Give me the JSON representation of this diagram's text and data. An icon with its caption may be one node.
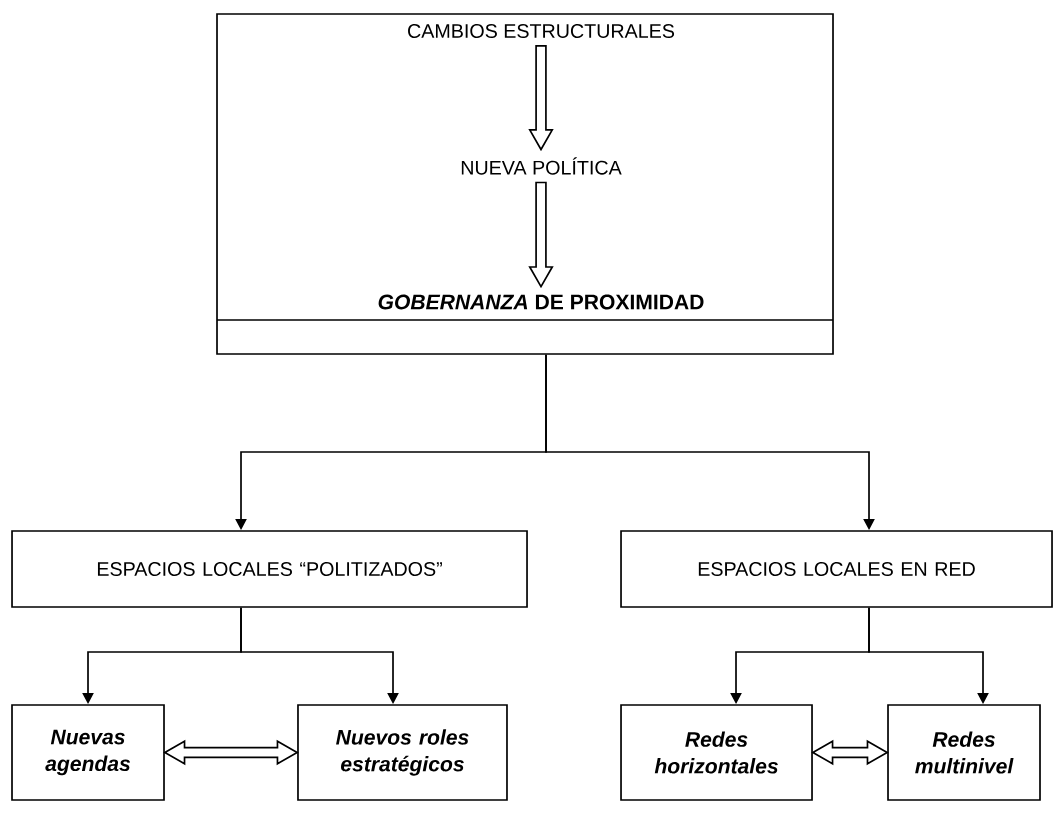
{
  "diagram": {
    "nodes": [
      {
        "text": [],
        "shape": "box"
      },
      {
        "text": [
          "CAMBIOS ESTRUCTURALES"
        ],
        "in": 0
      },
      {
        "text": [
          "NUEVA POLÍTICA"
        ],
        "in": 0
      },
      {
        "text": [
          "*GOBERNANZA* DE PROXIMIDAD"
        ],
        "in": 0
      },
      {
        "text": [
          "ESPACIOS LOCALES “POLITIZADOS”"
        ]
      },
      {
        "text": [
          "ESPACIOS LOCALES EN RED"
        ]
      },
      {
        "text": [
          "Nuevas agendas"
        ]
      },
      {
        "text": [
          "Nuevos roles estratégicos"
        ]
      },
      {
        "text": [
          "Redes horizontales"
        ]
      },
      {
        "text": [
          "Redes multinivel"
        ]
      }
    ],
    "edges": [
      {
        "from": 1,
        "to": 2,
        "arrow": "to"
      },
      {
        "from": 2,
        "to": 3,
        "arrow": "to"
      },
      {
        "from": 0,
        "to": 4,
        "arrow": "to"
      },
      {
        "from": 0,
        "to": 5,
        "arrow": "to"
      },
      {
        "from": 4,
        "to": 6,
        "arrow": "to"
      },
      {
        "from": 4,
        "to": 7,
        "arrow": "to"
      },
      {
        "from": 6,
        "to": 7,
        "arrow": "both"
      },
      {
        "from": 5,
        "to": 8,
        "arrow": "to"
      },
      {
        "from": 5,
        "to": 9,
        "arrow": "to"
      },
      {
        "from": 8,
        "to": 9,
        "arrow": "both"
      }
    ]
  }
}
